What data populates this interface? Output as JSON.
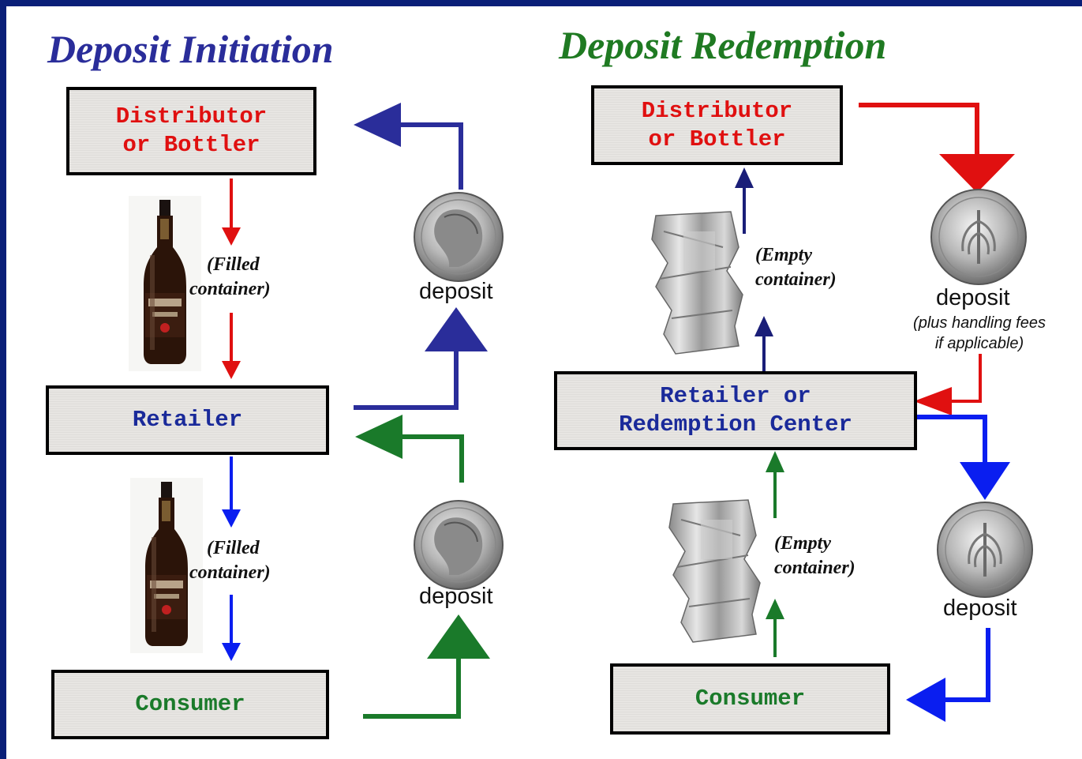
{
  "left": {
    "title": "Deposit Initiation",
    "distributor_line1": "Distributor",
    "distributor_line2": "or Bottler",
    "retailer": "Retailer",
    "consumer": "Consumer",
    "filled_line1": "(Filled",
    "filled_line2": "container)",
    "deposit_top": "deposit",
    "deposit_bottom": "deposit"
  },
  "right": {
    "title": "Deposit Redemption",
    "distributor_line1": "Distributor",
    "distributor_line2": "or Bottler",
    "retailer_line1": "Retailer or",
    "retailer_line2": "Redemption Center",
    "consumer": "Consumer",
    "empty_line1": "(Empty",
    "empty_line2": "container)",
    "deposit_top": "deposit",
    "handling_line1": "(plus handling fees",
    "handling_line2": "if applicable)",
    "deposit_bottom": "deposit"
  },
  "colors": {
    "red": "#e01010",
    "blue": "#1a2a9a",
    "green": "#1a7a2a",
    "bright_blue": "#0a1ef0"
  },
  "icons": [
    "beer-bottle-icon",
    "crushed-can-icon",
    "dime-heads-icon",
    "dime-tails-icon"
  ]
}
